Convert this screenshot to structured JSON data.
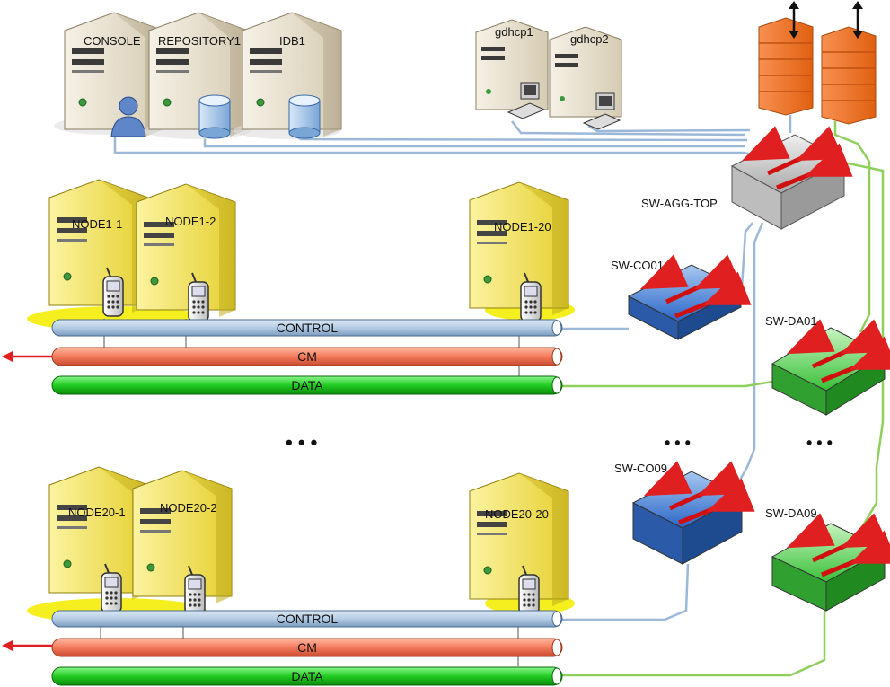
{
  "servers": {
    "console": "CONSOLE",
    "repository": "REPOSITORY1",
    "idb": "IDB1",
    "dhcp1": "gdhcp1",
    "dhcp2": "gdhcp2"
  },
  "switches": {
    "agg": "SW-AGG-TOP",
    "co01": "SW-CO01",
    "co09": "SW-CO09",
    "da01": "SW-DA01",
    "da09": "SW-DA09"
  },
  "groups": {
    "top": {
      "node_a": "NODE1-1",
      "node_b": "NODE1-2",
      "node_c": "NODE1-20"
    },
    "bottom": {
      "node_a": "NODE20-1",
      "node_b": "NODE20-2",
      "node_c": "NODE20-20"
    }
  },
  "buses": {
    "control": "CONTROL",
    "cm": "CM",
    "data": "DATA"
  },
  "ellipsis": {
    "nodes": "•  •  •",
    "co_switches": "• • •",
    "da_switches": "• • •"
  },
  "colors": {
    "control_line": "#9bb8d8",
    "data_line": "#8fcf5c",
    "cm_pipe": "#f47a5c",
    "data_pipe": "#22cc22",
    "control_pipe": "#b4cce4",
    "arrow": "#e02020",
    "node_server": "#e9d83a",
    "backend_server": "#e5dccb",
    "firewall": "#f07830"
  }
}
